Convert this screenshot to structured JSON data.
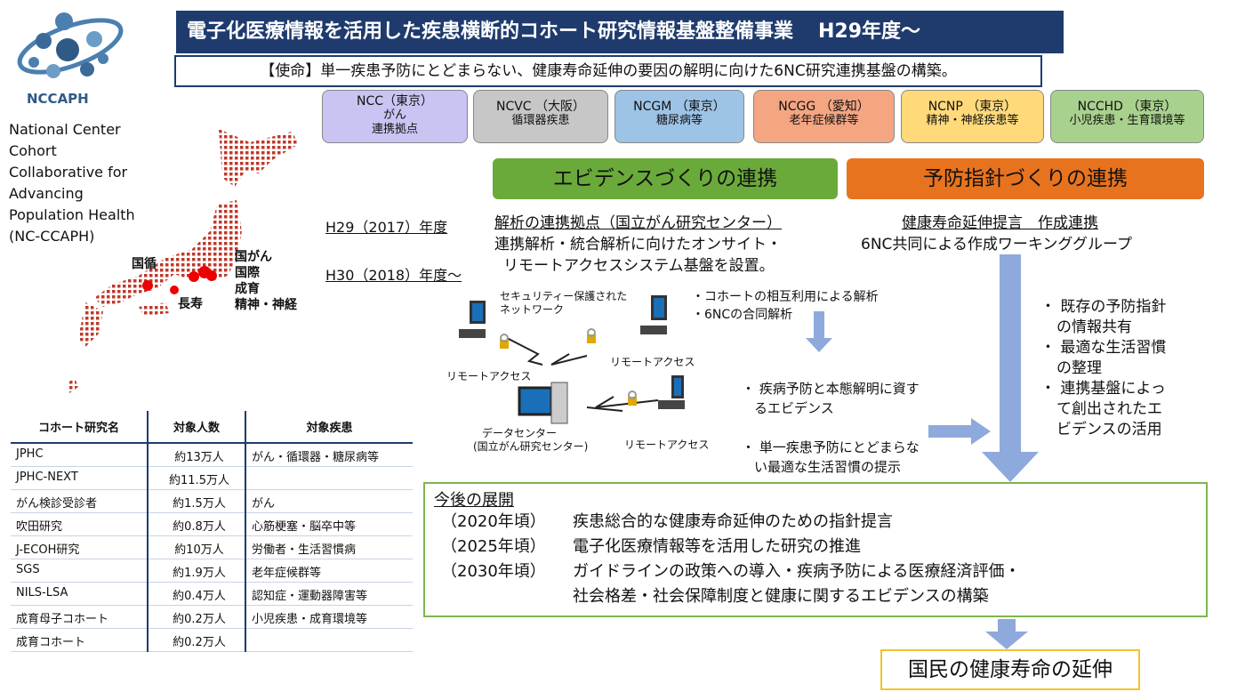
{
  "logo": {
    "text": "NCCAPH",
    "subtitle_lines": [
      "National Center",
      "Cohort",
      "Collaborative for",
      "Advancing",
      "Population Health",
      "(NC-CCAPH)"
    ]
  },
  "title": {
    "main": "電子化医療情報を活用した疾患横断的コホート研究情報基盤整備事業",
    "year": "H29年度～"
  },
  "mission": "【使命】単一疾患予防にとどまらない、健康寿命延伸の要因の解明に向けた6NC研究連携基盤の構築。",
  "centers": [
    {
      "name": "NCC（東京）",
      "l2": "がん",
      "l3": "連携拠点",
      "color": "#c9c4f2"
    },
    {
      "name": "NCVC （大阪）",
      "l2": "循環器疾患",
      "l3": "",
      "color": "#c7c7c7"
    },
    {
      "name": "NCGM （東京）",
      "l2": "糖尿病等",
      "l3": "",
      "color": "#9dc3e6"
    },
    {
      "name": "NCGG （愛知）",
      "l2": "老年症候群等",
      "l3": "",
      "color": "#f4a582"
    },
    {
      "name": "NCNP （東京）",
      "l2": "精神・神経疾患等",
      "l3": "",
      "color": "#ffd97a"
    },
    {
      "name": "NCCHD （東京）",
      "l2": "小児疾患・生育環境等",
      "l3": "",
      "color": "#a9d18e"
    }
  ],
  "map_labels": {
    "junkan": "国循",
    "choju": "長寿",
    "right": [
      "国がん",
      "国際",
      "成育",
      "精神・神経"
    ]
  },
  "headings": {
    "evidence": "エビデンスづくりの連携",
    "prevention": "予防指針づくりの連携",
    "evidence_color": "#6aaa3a",
    "prevention_color": "#e8731e"
  },
  "years": {
    "h29": "H29（2017）年度",
    "h30": "H30（2018）年度～"
  },
  "evidence_block": {
    "title": "解析の連携拠点（国立がん研究センター）",
    "line1": "連携解析・統合解析に向けたオンサイト・",
    "line2": "リモートアクセスシステム基盤を設置。"
  },
  "prevention_block": {
    "title": "健康寿命延伸提言　作成連携",
    "line1": "6NC共同による作成ワーキンググループ"
  },
  "network": {
    "secure": [
      "セキュリティー保護された",
      "ネットワーク"
    ],
    "remote1": "リモートアクセス",
    "remote2": "リモートアクセス",
    "remote3": "リモートアクセス",
    "dc1": "データセンター",
    "dc2": "(国立がん研究センター)"
  },
  "analysis_bullets": [
    "・コホートの相互利用による解析",
    "・6NCの合同解析"
  ],
  "evidence_bullets": [
    [
      "・ 疾病予防と本態解明に資す",
      "るエビデンス"
    ],
    [
      "・ 単一疾患予防にとどまらな",
      "い最適な生活習慣の提示"
    ]
  ],
  "right_bullets": [
    [
      "・ 既存の予防指針",
      "の情報共有"
    ],
    [
      "・ 最適な生活習慣",
      "の整理"
    ],
    [
      "・ 連携基盤によっ",
      "て創出されたエ",
      "ビデンスの活用"
    ]
  ],
  "table": {
    "headers": [
      "コホート研究名",
      "対象人数",
      "対象疾患"
    ],
    "rows": [
      [
        "JPHC",
        "約13万人",
        "がん・循環器・糖尿病等"
      ],
      [
        "JPHC-NEXT",
        "約11.5万人",
        ""
      ],
      [
        "がん検診受診者",
        "約1.5万人",
        "がん"
      ],
      [
        "吹田研究",
        "約0.8万人",
        "心筋梗塞・脳卒中等"
      ],
      [
        "J-ECOH研究",
        "約10万人",
        "労働者・生活習慣病"
      ],
      [
        "SGS",
        "約1.9万人",
        "老年症候群等"
      ],
      [
        "NILS-LSA",
        "約0.4万人",
        "認知症・運動器障害等"
      ],
      [
        "成育母子コホート",
        "約0.2万人",
        "小児疾患・成育環境等"
      ],
      [
        "成育コホート",
        "約0.2万人",
        ""
      ]
    ]
  },
  "future": {
    "title": "今後の展開",
    "items": [
      {
        "year": "（2020年頃）",
        "text": "疾患総合的な健康寿命延伸のための指針提言"
      },
      {
        "year": "（2025年頃）",
        "text": "電子化医療情報等を活用した研究の推進"
      },
      {
        "year": "（2030年頃）",
        "text": "ガイドラインの政策への導入・疾病予防による医療経済評価・"
      },
      {
        "year": "",
        "text": "社会格差・社会保障制度と健康に関するエビデンスの構築"
      }
    ]
  },
  "final": "国民の健康寿命の延伸"
}
